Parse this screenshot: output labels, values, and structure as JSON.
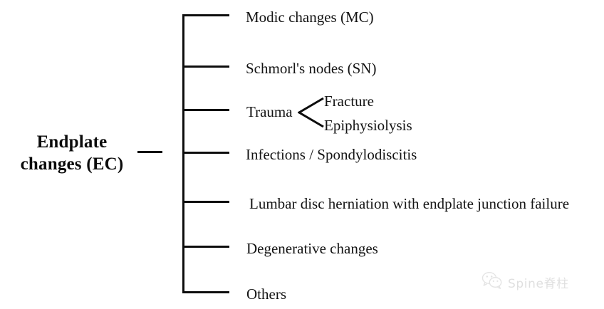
{
  "diagram": {
    "type": "bracket-tree",
    "root": {
      "line1": "Endplate",
      "line2": "changes (EC)"
    },
    "branches": [
      {
        "label": "Modic changes (MC)"
      },
      {
        "label": "Schmorl's nodes (SN)"
      },
      {
        "label": "Trauma"
      },
      {
        "label": "Infections / Spondylodiscitis"
      },
      {
        "label": "Lumbar disc herniation with endplate junction failure"
      },
      {
        "label": "Degenerative changes"
      },
      {
        "label": "Others"
      }
    ],
    "sub_branches": [
      {
        "label": "Fracture"
      },
      {
        "label": "Epiphysiolysis"
      }
    ],
    "colors": {
      "line": "#0d0d0d",
      "text": "#141414",
      "background": "#ffffff",
      "watermark": "#c6c6c6"
    }
  },
  "watermark": {
    "label": "Spine脊柱",
    "icon": "wechat-icon"
  }
}
